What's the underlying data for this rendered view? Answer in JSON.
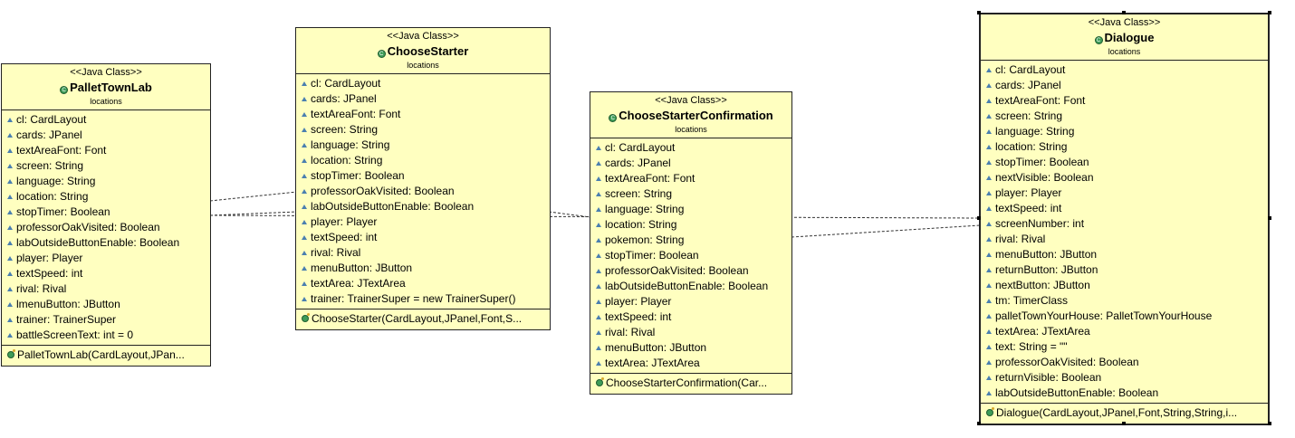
{
  "diagram": {
    "classes": [
      {
        "id": "pallettownlab",
        "stereotype": "<<Java Class>>",
        "name": "PalletTownLab",
        "package": "locations",
        "attributes": [
          "cl: CardLayout",
          "cards: JPanel",
          "textAreaFont: Font",
          "screen: String",
          "language: String",
          "location: String",
          "stopTimer: Boolean",
          "professorOakVisited: Boolean",
          "labOutsideButtonEnable: Boolean",
          "player: Player",
          "textSpeed: int",
          "rival: Rival",
          "lmenuButton: JButton",
          "trainer: TrainerSuper",
          "battleScreenText: int = 0"
        ],
        "operations": [
          "PalletTownLab(CardLayout,JPan..."
        ]
      },
      {
        "id": "choosestarter",
        "stereotype": "<<Java Class>>",
        "name": "ChooseStarter",
        "package": "locations",
        "attributes": [
          "cl: CardLayout",
          "cards: JPanel",
          "textAreaFont: Font",
          "screen: String",
          "language: String",
          "location: String",
          "stopTimer: Boolean",
          "professorOakVisited: Boolean",
          "labOutsideButtonEnable: Boolean",
          "player: Player",
          "textSpeed: int",
          "rival: Rival",
          "menuButton: JButton",
          "textArea: JTextArea",
          "trainer: TrainerSuper = new TrainerSuper()"
        ],
        "operations": [
          "ChooseStarter(CardLayout,JPanel,Font,S..."
        ]
      },
      {
        "id": "choosestarterconfirmation",
        "stereotype": "<<Java Class>>",
        "name": "ChooseStarterConfirmation",
        "package": "locations",
        "attributes": [
          "cl: CardLayout",
          "cards: JPanel",
          "textAreaFont: Font",
          "screen: String",
          "language: String",
          "location: String",
          "pokemon: String",
          "stopTimer: Boolean",
          "professorOakVisited: Boolean",
          "labOutsideButtonEnable: Boolean",
          "player: Player",
          "textSpeed: int",
          "rival: Rival",
          "menuButton: JButton",
          "textArea: JTextArea"
        ],
        "operations": [
          "ChooseStarterConfirmation(Car..."
        ]
      },
      {
        "id": "dialogue",
        "stereotype": "<<Java Class>>",
        "name": "Dialogue",
        "package": "locations",
        "attributes": [
          "cl: CardLayout",
          "cards: JPanel",
          "textAreaFont: Font",
          "screen: String",
          "language: String",
          "location: String",
          "stopTimer: Boolean",
          "nextVisible: Boolean",
          "player: Player",
          "textSpeed: int",
          "screenNumber: int",
          "rival: Rival",
          "menuButton: JButton",
          "returnButton: JButton",
          "nextButton: JButton",
          "tm: TimerClass",
          "palletTownYourHouse: PalletTownYourHouse",
          "textArea: JTextArea",
          "text: String = \"\"",
          "professorOakVisited: Boolean",
          "returnVisible: Boolean",
          "labOutsideButtonEnable: Boolean"
        ],
        "operations": [
          "Dialogue(CardLayout,JPanel,Font,String,String,i..."
        ]
      }
    ]
  }
}
